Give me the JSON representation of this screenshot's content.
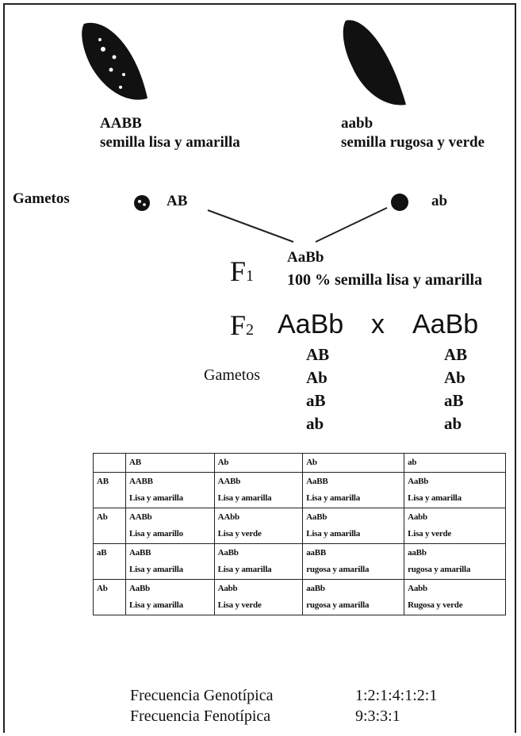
{
  "parents": [
    {
      "genotype": "AABB",
      "phenotype": "semilla lisa y amarilla",
      "seed": "round-yellow-seed-icon"
    },
    {
      "genotype": "aabb",
      "phenotype": "semilla rugosa y verde",
      "seed": "wrinkled-green-seed-icon"
    }
  ],
  "gametes": {
    "label": "Gametos",
    "left": "AB",
    "right": "ab"
  },
  "f1": {
    "label": "F",
    "sub": "1",
    "genotype": "AaBb",
    "description": "100 % semilla lisa y amarilla"
  },
  "f2": {
    "label": "F",
    "sub": "2",
    "left": "AaBb",
    "cross": "x",
    "right": "AaBb",
    "gametes_label": "Gametos",
    "left_gametes": [
      "AB",
      "Ab",
      "aB",
      "ab"
    ],
    "right_gametes": [
      "AB",
      "Ab",
      "aB",
      "ab"
    ]
  },
  "punnett": {
    "header": [
      "",
      "AB",
      "Ab",
      "Ab",
      "ab"
    ],
    "rows": [
      {
        "label": "AB",
        "cells": [
          {
            "genotype": "AABB",
            "phenotype": "Lisa y amarilla"
          },
          {
            "genotype": "AABb",
            "phenotype": "Lisa y amarilla"
          },
          {
            "genotype": "AaBB",
            "phenotype": "Lisa y amarilla"
          },
          {
            "genotype": "AaBb",
            "phenotype": "Lisa y amarilla"
          }
        ]
      },
      {
        "label": "Ab",
        "cells": [
          {
            "genotype": "AABb",
            "phenotype": "Lisa y amarillo"
          },
          {
            "genotype": "AAbb",
            "phenotype": "Lisa y verde"
          },
          {
            "genotype": "AaBb",
            "phenotype": "Lisa y amarilla"
          },
          {
            "genotype": "Aabb",
            "phenotype": "Lisa y verde"
          }
        ]
      },
      {
        "label": "aB",
        "cells": [
          {
            "genotype": "AaBB",
            "phenotype": "Lisa y amarilla"
          },
          {
            "genotype": "AaBb",
            "phenotype": "Lisa y amarilla"
          },
          {
            "genotype": "aaBB",
            "phenotype": "rugosa y amarilla"
          },
          {
            "genotype": "aaBb",
            "phenotype": "rugosa y amarilla"
          }
        ]
      },
      {
        "label": "Ab",
        "cells": [
          {
            "genotype": "AaBb",
            "phenotype": "Lisa y amarilla"
          },
          {
            "genotype": "Aabb",
            "phenotype": "Lisa y verde"
          },
          {
            "genotype": "aaBb",
            "phenotype": "rugosa y amarilla"
          },
          {
            "genotype": "Aabb",
            "phenotype": "Rugosa y verde"
          }
        ]
      }
    ]
  },
  "frequencies": [
    {
      "label": "Frecuencia Genotípica",
      "value": "1:2:1:4:1:2:1"
    },
    {
      "label": "Frecuencia Fenotípica",
      "value": "9:3:3:1"
    }
  ]
}
